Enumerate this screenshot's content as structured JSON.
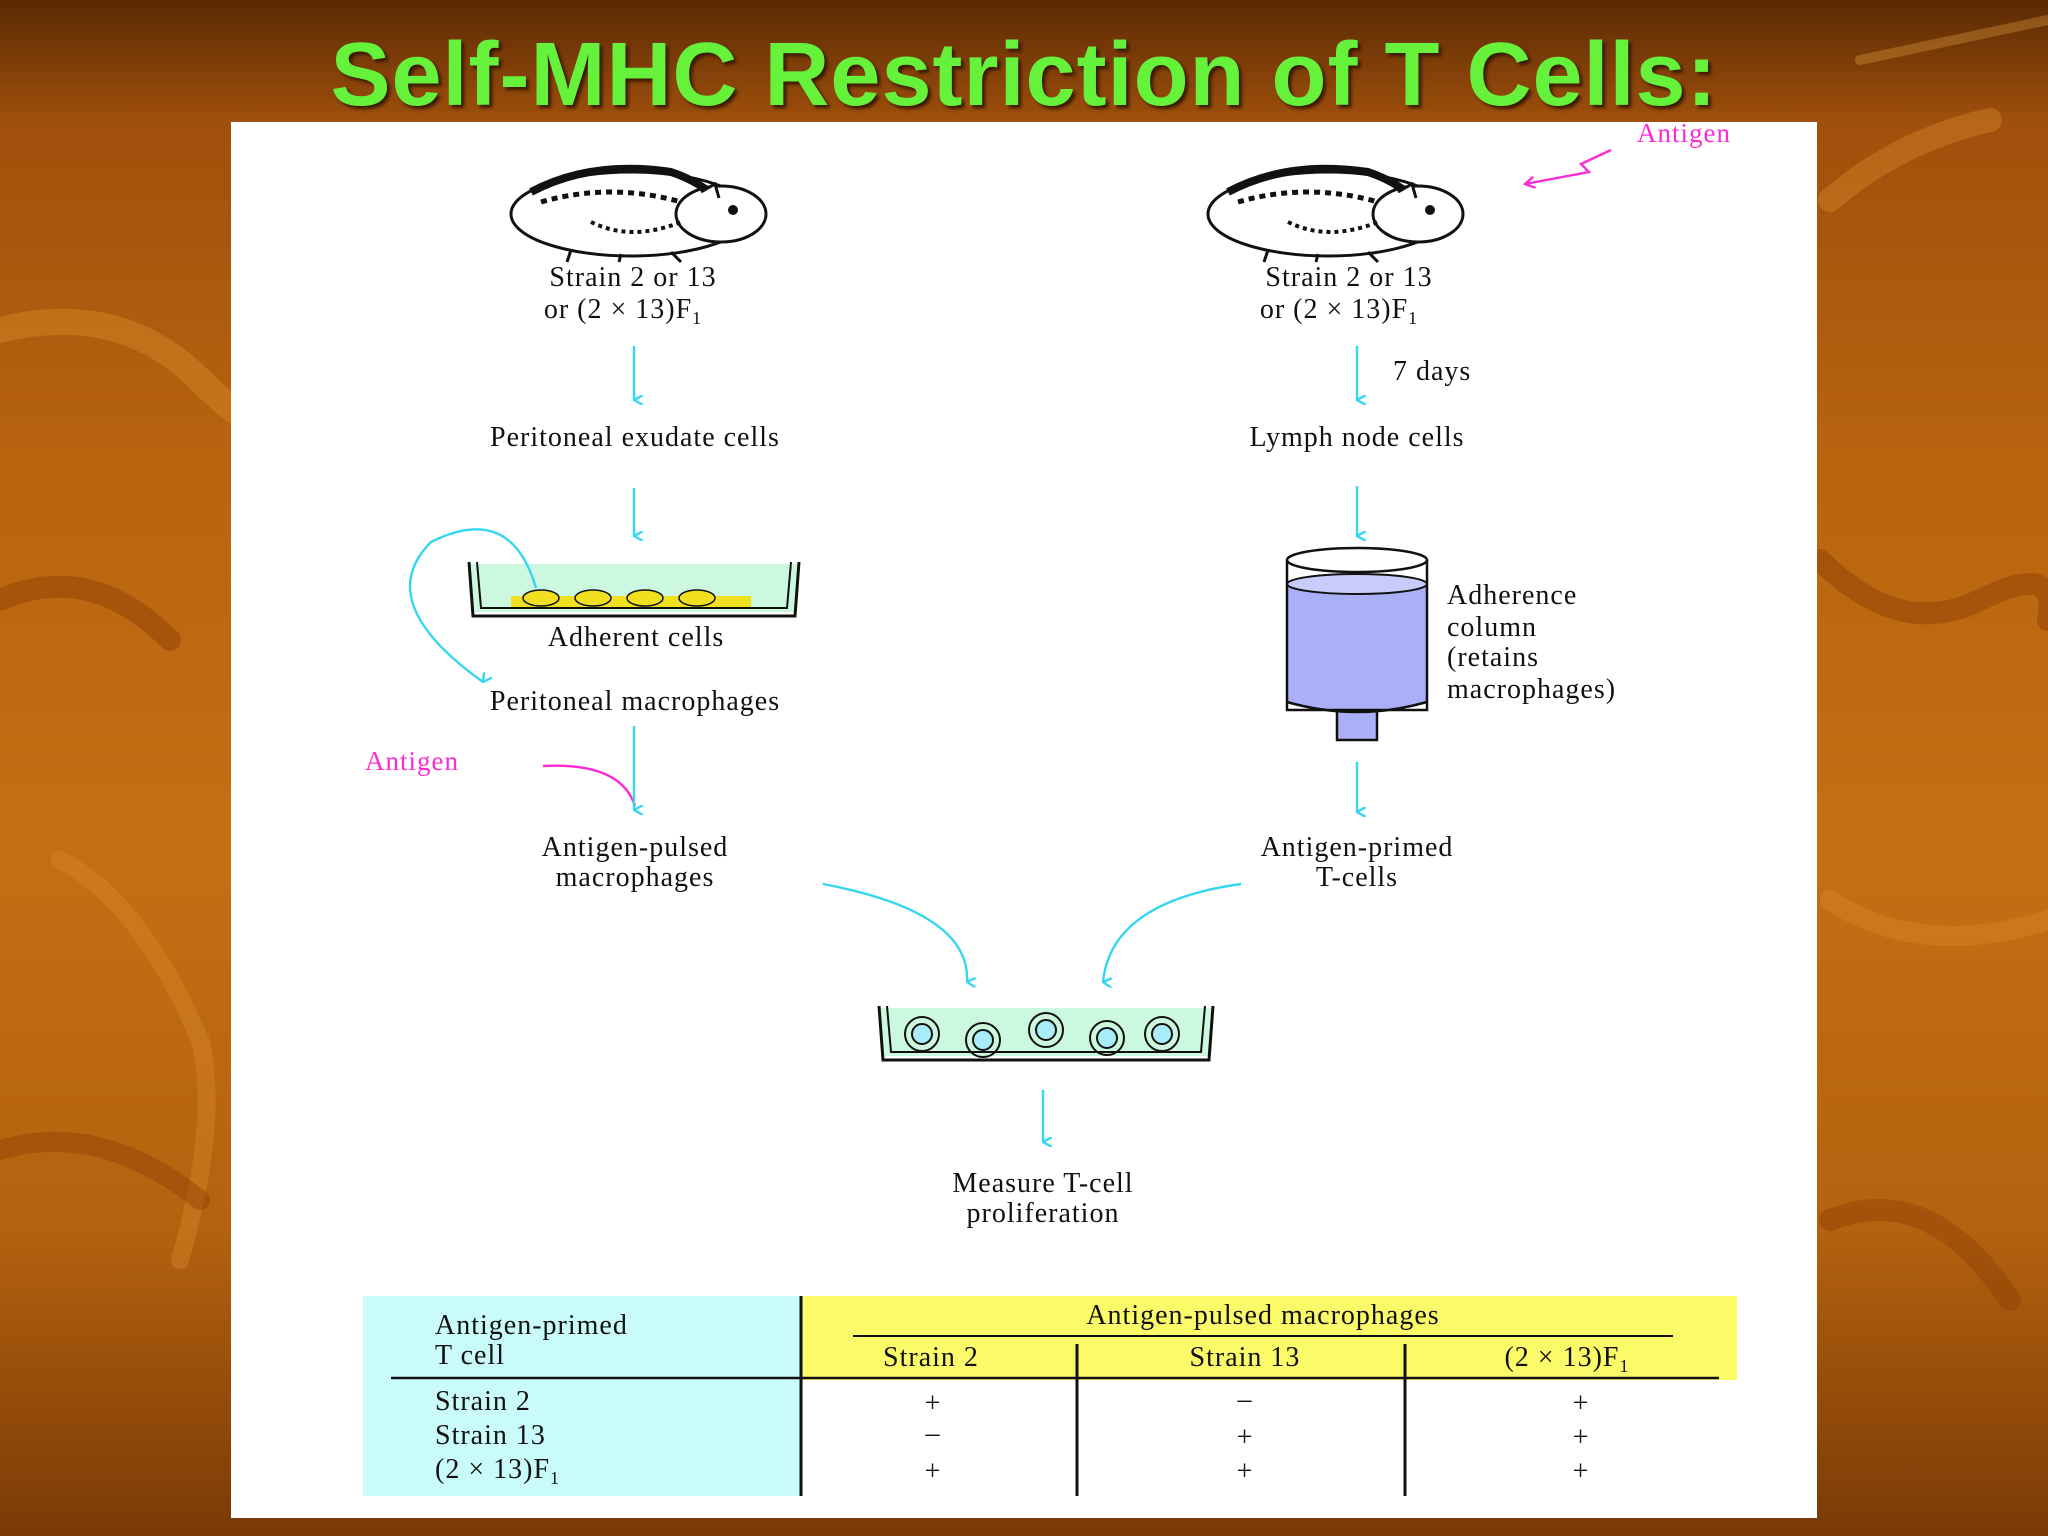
{
  "slide": {
    "title": "Self-MHC Restriction of T Cells:"
  },
  "colors": {
    "title": "#66f23a",
    "arrow": "#35d6ef",
    "antigen_label": "#ff2ad0",
    "table_left_bg": "#c9fbfb",
    "table_header_bg": "#fbfb6a",
    "column_liquid": "#aab0f8"
  },
  "left_pathway": {
    "animal_line1": "Strain 2 or 13",
    "animal_line2": "or (2 × 13)F",
    "animal_sub": "1",
    "step1": "Peritoneal exudate cells",
    "dish_label": "Adherent cells",
    "step2": "Peritoneal macrophages",
    "antigen_label": "Antigen",
    "result_line1": "Antigen-pulsed",
    "result_line2": "macrophages"
  },
  "right_pathway": {
    "antigen_label": "Antigen",
    "animal_line1": "Strain 2 or 13",
    "animal_line2": "or (2 × 13)F",
    "animal_sub": "1",
    "interval": "7 days",
    "step1": "Lymph node cells",
    "column_line1": "Adherence",
    "column_line2": "column",
    "column_line3": "(retains",
    "column_line4": "macrophages)",
    "result_line1": "Antigen-primed",
    "result_line2": "T-cells"
  },
  "measure": {
    "line1": "Measure T-cell",
    "line2": "proliferation"
  },
  "table": {
    "row_header_line1": "Antigen-primed",
    "row_header_line2": "T cell",
    "group_header": "Antigen-pulsed macrophages",
    "columns": [
      "Strain 2",
      "Strain 13",
      "(2 × 13)F"
    ],
    "column_subs": [
      "",
      "",
      "1"
    ],
    "rows": [
      {
        "label": "Strain 2",
        "label_sub": "",
        "cells": [
          "+",
          "–",
          "+"
        ]
      },
      {
        "label": "Strain 13",
        "label_sub": "",
        "cells": [
          "–",
          "+",
          "+"
        ]
      },
      {
        "label": "(2 × 13)F",
        "label_sub": "1",
        "cells": [
          "+",
          "+",
          "+"
        ]
      }
    ]
  }
}
